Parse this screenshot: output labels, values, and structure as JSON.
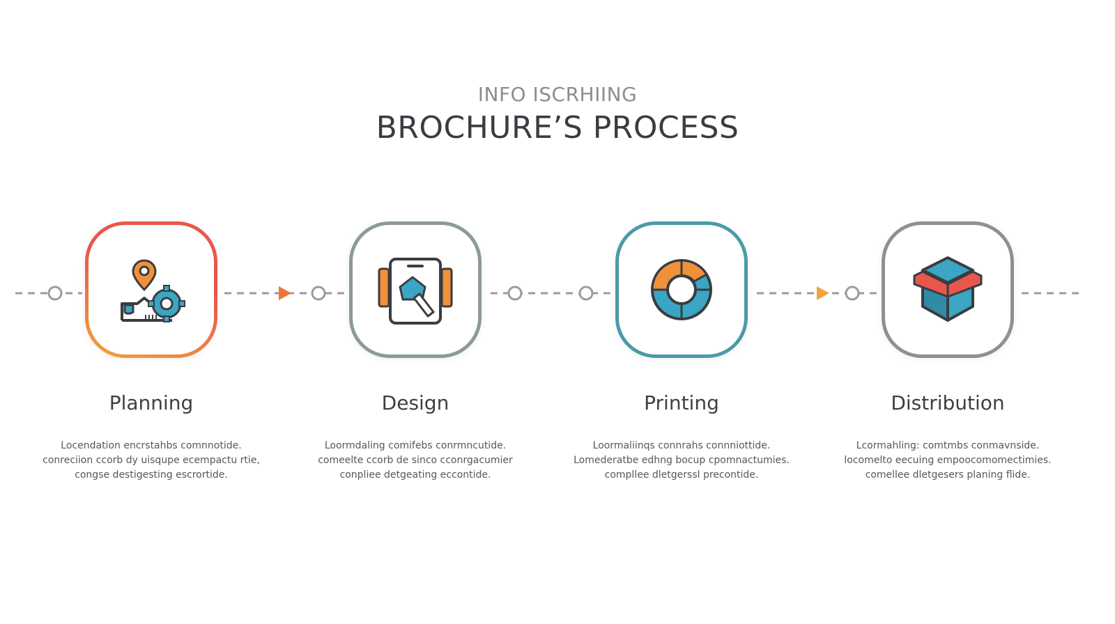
{
  "header": {
    "subtitle": "INFO ISCRHIING",
    "title": "BROCHURE’S PROCESS"
  },
  "colors": {
    "planning_border_start": "#e8574c",
    "planning_border_end": "#f2a33a",
    "design_border": "#8c9a95",
    "printing_border": "#4b9aa8",
    "distribution_border": "#8f9094",
    "accent_orange": "#f0913a",
    "accent_blue": "#3aa6c4",
    "accent_red": "#e8574c",
    "outline_dark": "#3a3c41",
    "connector_gray": "#9a9b9f"
  },
  "steps": [
    {
      "title": "Planning",
      "icon": "planning-pin-gear-icon",
      "desc": [
        "Locendation encrstahbs comnnotide.",
        "conreciion ccorb dy uisqupe ecempactu rtie,",
        "congse destigesting escrortide."
      ]
    },
    {
      "title": "Design",
      "icon": "design-tablet-pen-icon",
      "desc": [
        "Loormdaling comifebs conrmncutide.",
        "comeelte ccorb de sinco cconrgacumier",
        "conpliee detgeating eccontide."
      ]
    },
    {
      "title": "Printing",
      "icon": "printing-ring-chart-icon",
      "desc": [
        "Loormaliinqs connrahs connniottide.",
        "Lomederatbe edhng bocup cpomnactumies.",
        "compllee dletgerssl precontide."
      ]
    },
    {
      "title": "Distribution",
      "icon": "distribution-cube-icon",
      "desc": [
        "Lcormahling: comtmbs conmavnside.",
        "locomelto eecuing empoocomomectimies.",
        "comellee dletgesers planing flide."
      ]
    }
  ]
}
